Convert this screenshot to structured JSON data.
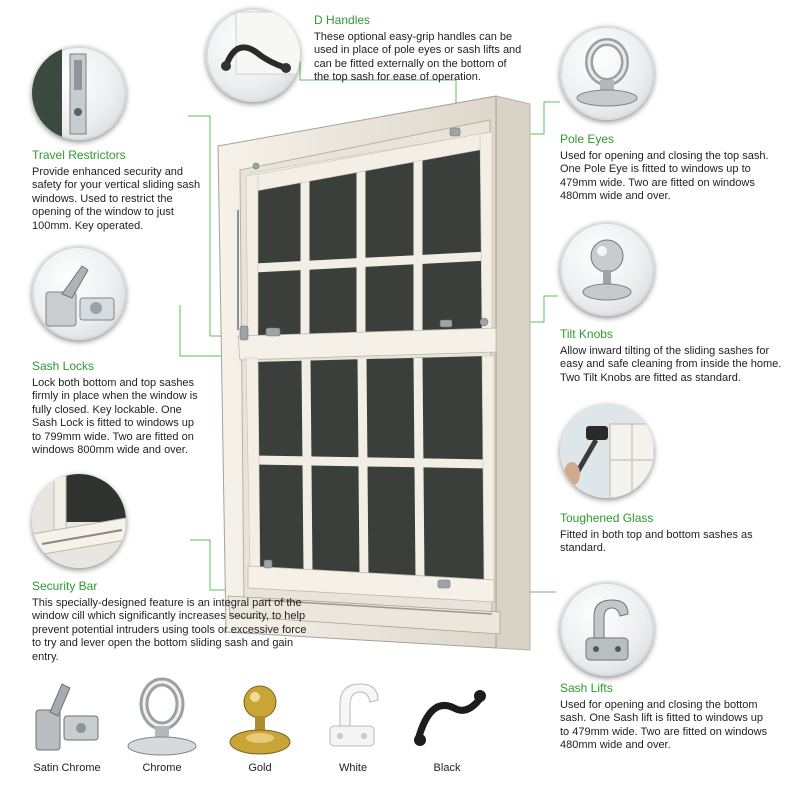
{
  "features": {
    "d_handles": {
      "title": "D Handles",
      "description": "These optional easy-grip handles can be used in place of pole eyes or sash lifts and can be fitted externally on the bottom of the top sash for ease of operation.",
      "icon": "d-handle-icon"
    },
    "travel_restrictors": {
      "title": "Travel Restrictors",
      "description": "Provide enhanced security and safety for your vertical sliding sash windows. Used to restrict the opening of the window to just 100mm. Key operated.",
      "icon": "travel-restrictor-icon"
    },
    "sash_locks": {
      "title": "Sash Locks",
      "description": "Lock both bottom and top sashes firmly in place when the window is fully closed. Key lockable. One Sash Lock is fitted to windows up to 799mm wide. Two are fitted on windows 800mm wide and over.",
      "icon": "sash-lock-icon"
    },
    "security_bar": {
      "title": "Security Bar",
      "description": "This specially-designed feature is an integral part of the window cill which significantly increases security, to help prevent potential intruders using tools or excessive force to try and lever open the bottom sliding sash and gain entry.",
      "icon": "security-bar-icon"
    },
    "pole_eyes": {
      "title": "Pole Eyes",
      "description": "Used for opening and closing the top sash. One Pole Eye is fitted to windows up to 479mm wide. Two are fitted on windows 480mm wide and over.",
      "icon": "pole-eye-icon"
    },
    "tilt_knobs": {
      "title": "Tilt Knobs",
      "description": "Allow inward tilting of the sliding sashes for easy and safe cleaning from inside the home. Two Tilt Knobs are fitted as standard.",
      "icon": "tilt-knob-icon"
    },
    "toughened_glass": {
      "title": "Toughened Glass",
      "description": "Fitted in both top and bottom sashes as standard.",
      "icon": "hammer-glass-icon"
    },
    "sash_lifts": {
      "title": "Sash Lifts",
      "description": "Used for opening and closing the bottom sash. One Sash lift is fitted to windows up to 479mm wide. Two are fitted on windows 480mm wide and over.",
      "icon": "sash-lift-icon"
    }
  },
  "finishes": [
    {
      "label": "Satin Chrome",
      "icon": "satin-chrome-lock-icon",
      "color": "#b9bdc0"
    },
    {
      "label": "Chrome",
      "icon": "chrome-pole-eye-icon",
      "color": "#d7dadc"
    },
    {
      "label": "Gold",
      "icon": "gold-tilt-knob-icon",
      "color": "#c9a437"
    },
    {
      "label": "White",
      "icon": "white-sash-lift-icon",
      "color": "#f4f4f4"
    },
    {
      "label": "Black",
      "icon": "black-d-handle-icon",
      "color": "#1c1c1c"
    }
  ],
  "colors": {
    "accent": "#2f9a2f",
    "leader_line": "#5fbf5f",
    "frame": "#efeadf",
    "glazing_bar": "#f2eee5"
  }
}
